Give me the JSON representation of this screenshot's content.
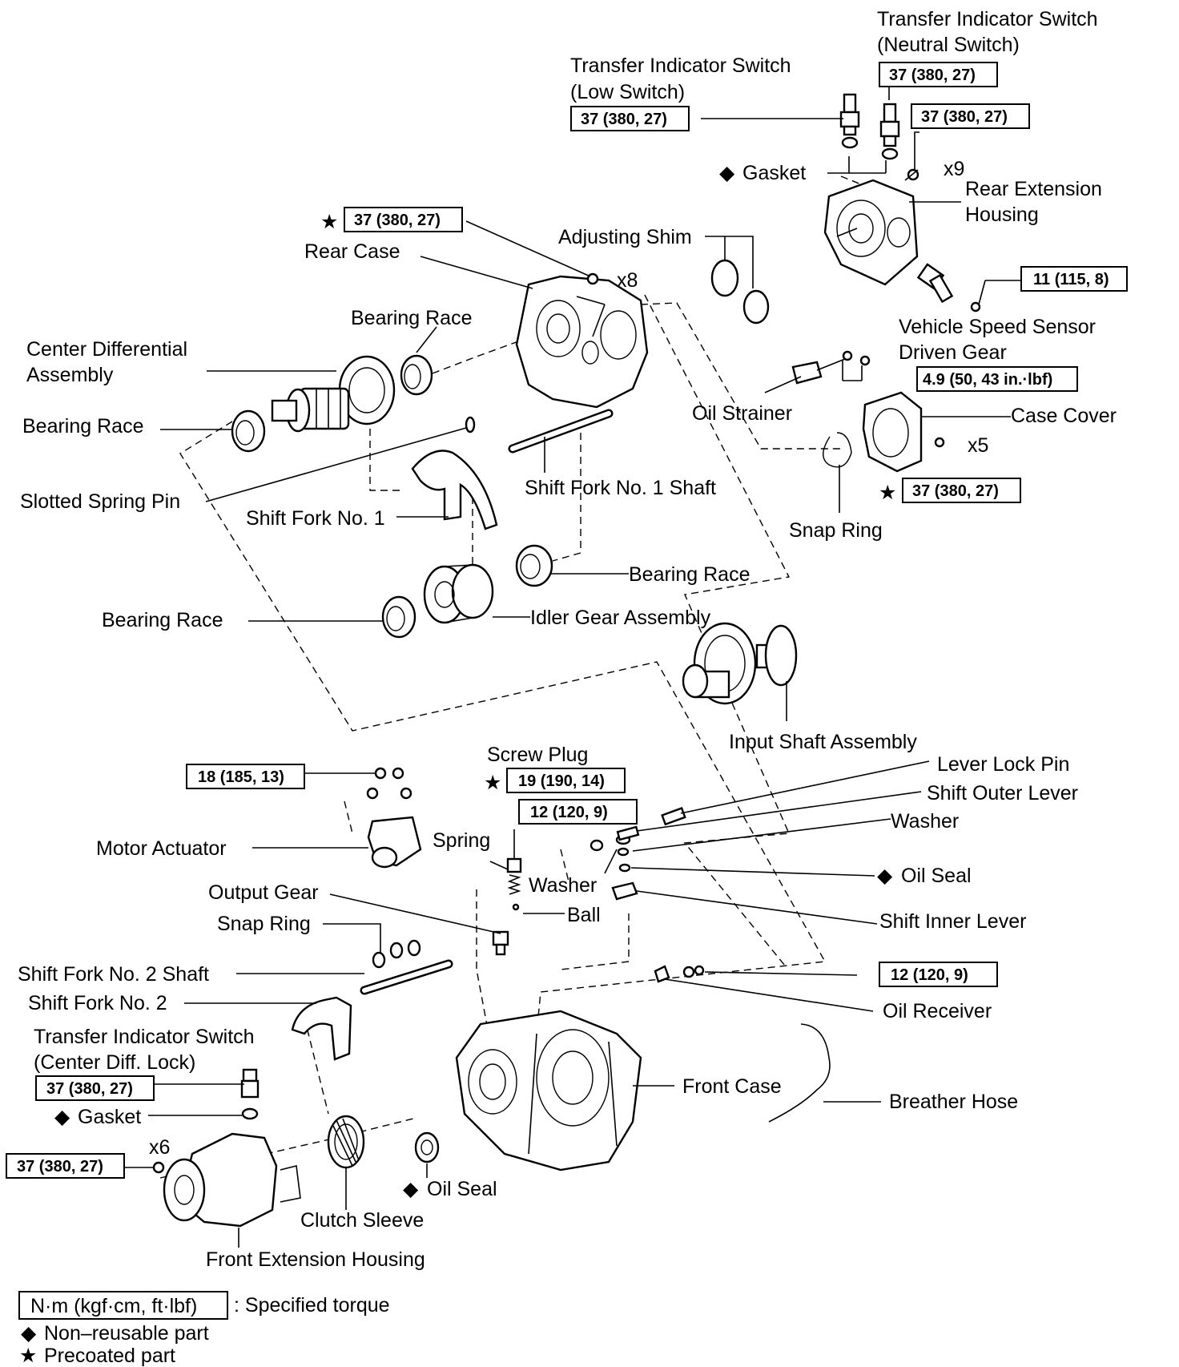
{
  "labels": {
    "neutral_switch_l1": "Transfer Indicator Switch",
    "neutral_switch_l2": "(Neutral Switch)",
    "low_switch_l1": "Transfer Indicator Switch",
    "low_switch_l2": "(Low Switch)",
    "gasket_top": "Gasket",
    "x9": "x9",
    "rear_ext_l1": "Rear Extension",
    "rear_ext_l2": "Housing",
    "rear_case": "Rear Case",
    "adjusting_shim": "Adjusting Shim",
    "x8": "x8",
    "bearing_race_a": "Bearing Race",
    "center_diff_l1": "Center Differential",
    "center_diff_l2": "Assembly",
    "vss_l1": "Vehicle Speed Sensor",
    "vss_l2": "Driven Gear",
    "bearing_race_b": "Bearing Race",
    "oil_strainer": "Oil Strainer",
    "case_cover": "Case Cover",
    "x5": "x5",
    "slotted_spring_pin": "Slotted Spring Pin",
    "shift_fork1_shaft": "Shift Fork No. 1 Shaft",
    "shift_fork1": "Shift Fork No. 1",
    "snap_ring_top": "Snap Ring",
    "bearing_race_c": "Bearing Race",
    "bearing_race_d": "Bearing Race",
    "idler_gear": "Idler Gear Assembly",
    "input_shaft": "Input Shaft Assembly",
    "screw_plug": "Screw Plug",
    "lever_lock_pin": "Lever Lock Pin",
    "shift_outer_lever": "Shift Outer Lever",
    "washer_a": "Washer",
    "motor_actuator": "Motor Actuator",
    "spring": "Spring",
    "oil_seal_a": "Oil Seal",
    "washer_b": "Washer",
    "output_gear": "Output Gear",
    "ball": "Ball",
    "snap_ring_mid": "Snap Ring",
    "shift_inner_lever": "Shift Inner Lever",
    "shift_fork2_shaft": "Shift Fork No. 2 Shaft",
    "shift_fork2": "Shift Fork No. 2",
    "oil_receiver": "Oil Receiver",
    "center_switch_l1": "Transfer Indicator Switch",
    "center_switch_l2": "(Center Diff. Lock)",
    "front_case": "Front Case",
    "breather_hose": "Breather Hose",
    "gasket_bottom": "Gasket",
    "x6": "x6",
    "oil_seal_b": "Oil Seal",
    "clutch_sleeve": "Clutch Sleeve",
    "front_ext": "Front Extension Housing"
  },
  "torques": {
    "neutral_switch": "37 (380, 27)",
    "low_switch": "37 (380, 27)",
    "rear_ext_bolt": "37 (380, 27)",
    "rear_case_bolt": "37 (380, 27)",
    "vss": "11 (115, 8)",
    "oil_strainer": "4.9 (50, 43 in.·lbf)",
    "case_cover": "37 (380, 27)",
    "motor_actuator": "18 (185, 13)",
    "screw_plug": "19 (190, 14)",
    "washer_bolt": "12 (120, 9)",
    "oil_receiver": "12 (120, 9)",
    "center_switch": "37 (380, 27)",
    "front_ext": "37 (380, 27)"
  },
  "symbols": {
    "diamond": "◆",
    "star": "★"
  },
  "legend": {
    "unit_box": "N·m (kgf·cm, ft·lbf)",
    "unit_desc": ": Specified torque",
    "nonreusable": "Non–reusable part",
    "precoated": "Precoated part"
  }
}
